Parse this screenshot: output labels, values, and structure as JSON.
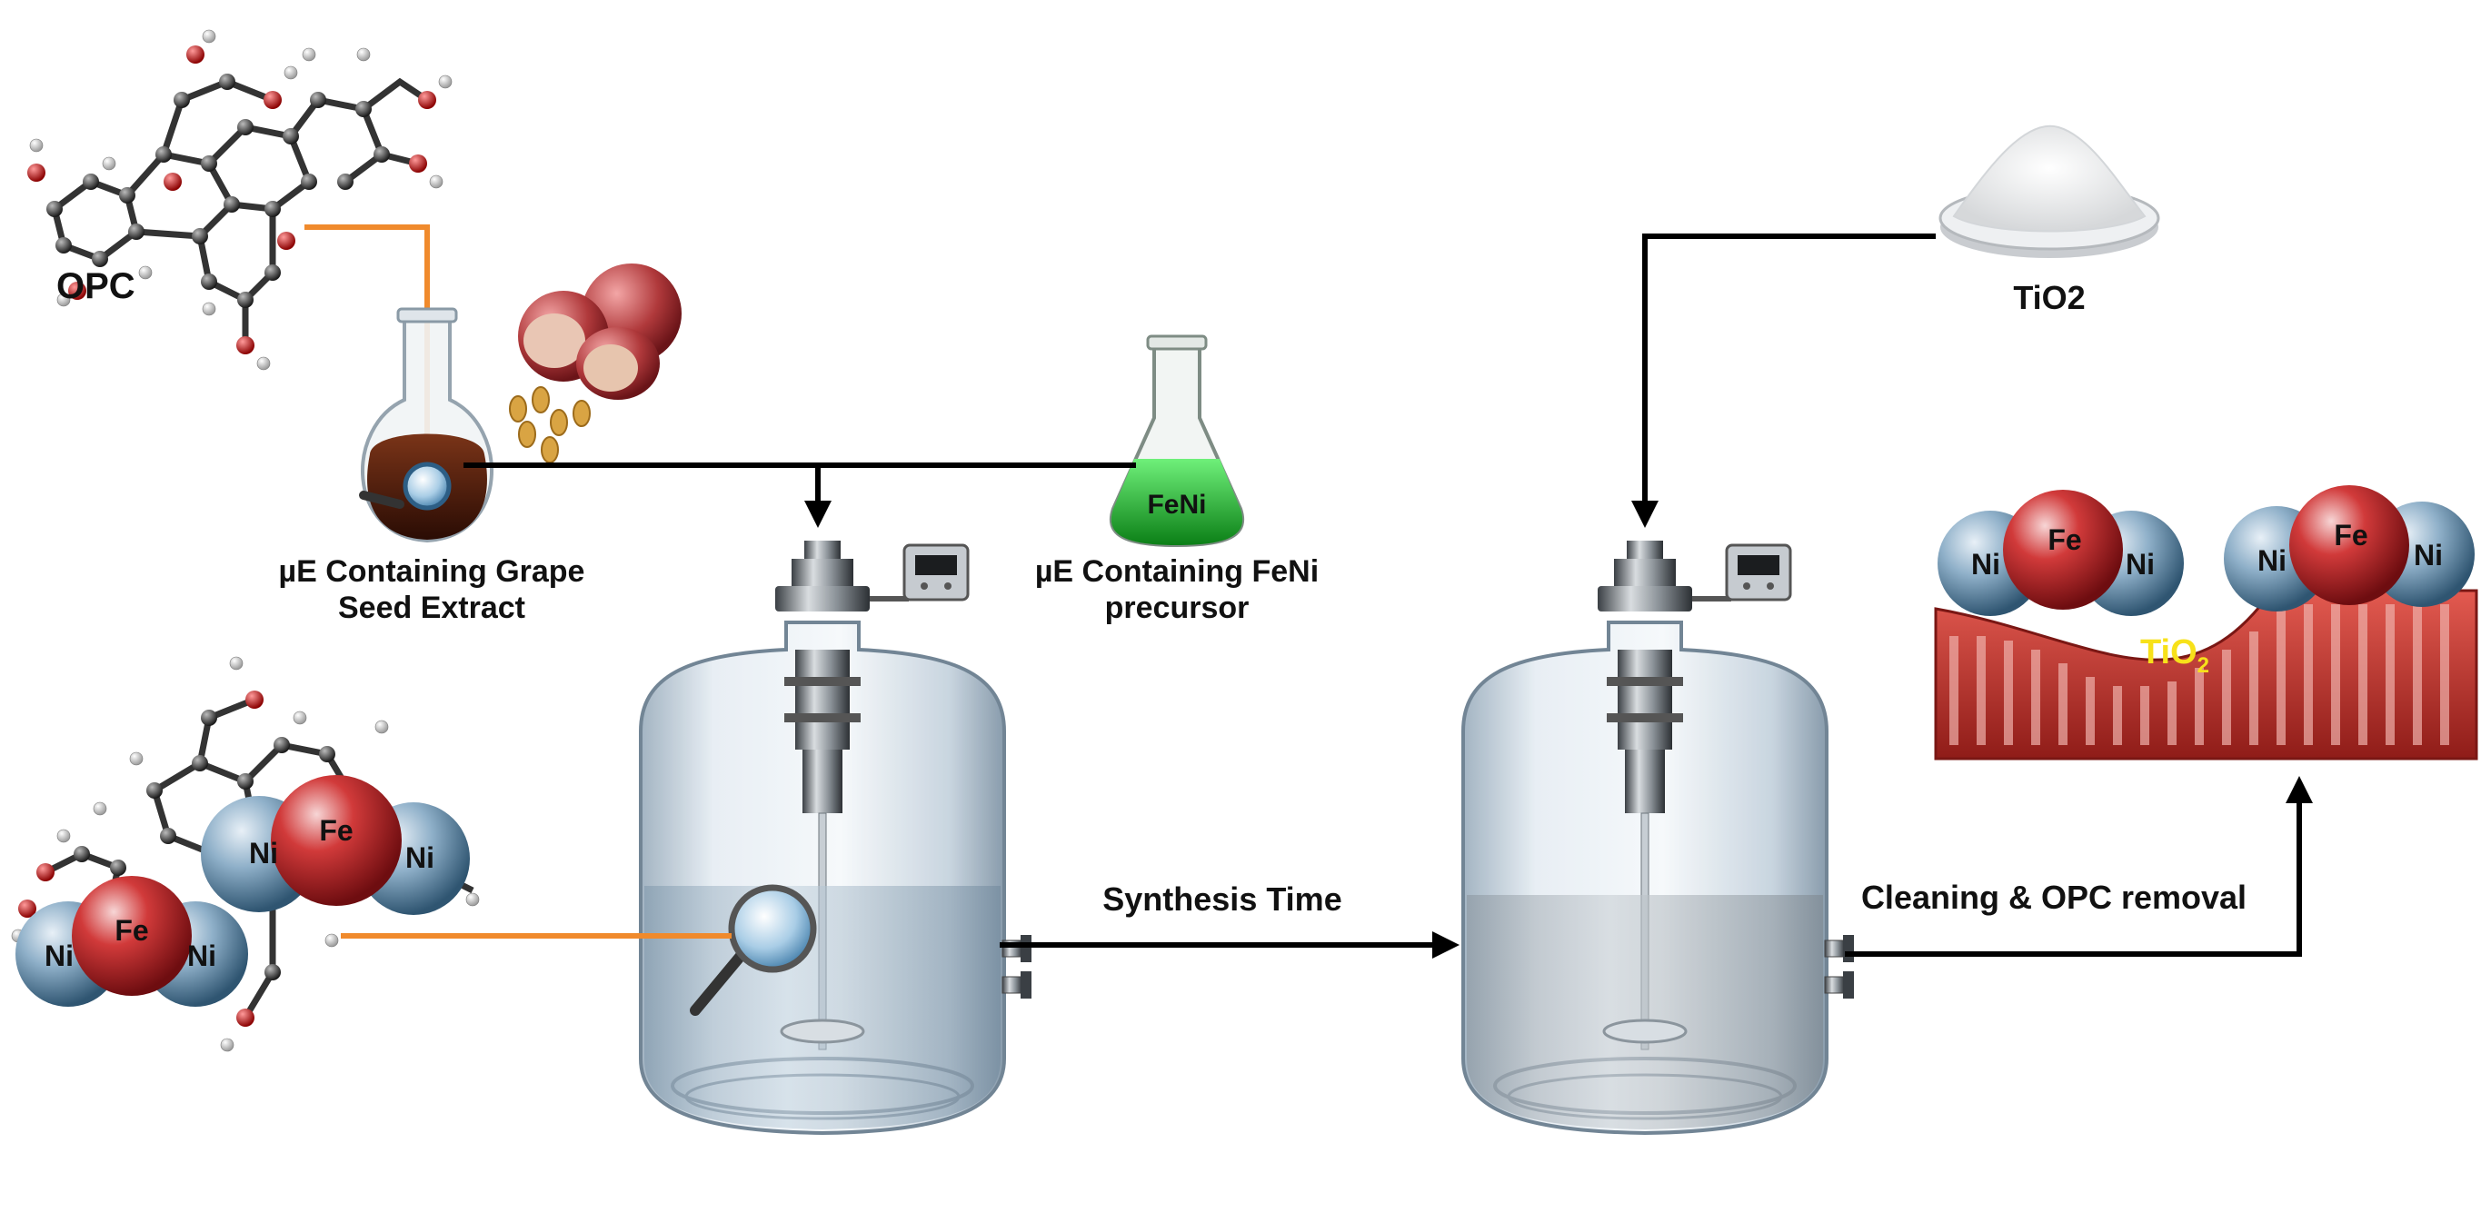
{
  "labels": {
    "opc": "OPC",
    "grape_extract_line1": "µE Containing Grape",
    "grape_extract_line2": "Seed Extract",
    "feni_line1": "µE Containing FeNi",
    "feni_line2": "precursor",
    "feni_flask": "FeNi",
    "tio2": "TiO2",
    "synthesis_time": "Synthesis Time",
    "cleaning": "Cleaning & OPC removal"
  },
  "particles": {
    "ni": "Ni",
    "fe": "Fe"
  },
  "support": {
    "main": "TiO",
    "sub": "2"
  },
  "colors": {
    "arrow": "#000000",
    "connector": "#f08a2c",
    "ni_sphere": "#5a86a8",
    "fe_sphere": "#c0262a",
    "tio2_surface": "#c93a33",
    "tio2_label": "#f7e11a",
    "feni_solution": "#1fb52a",
    "extract_solution": "#4a1a0c"
  }
}
